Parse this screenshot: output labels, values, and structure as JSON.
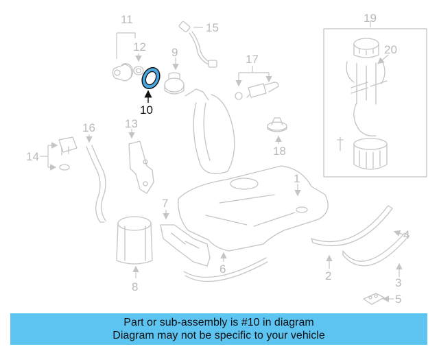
{
  "callouts": {
    "c1": "1",
    "c2": "2",
    "c3": "3",
    "c4": "4",
    "c5": "5",
    "c6": "6",
    "c7": "7",
    "c8": "8",
    "c9": "9",
    "c10": "10",
    "c11": "11",
    "c12": "12",
    "c13": "13",
    "c14": "14",
    "c15": "15",
    "c16": "16",
    "c17": "17",
    "c18": "18",
    "c19": "19",
    "c20": "20"
  },
  "highlighted_part": "10",
  "banner": {
    "line1": "Part or sub-assembly is #10 in diagram",
    "line2": "Diagram may not be specific to your vehicle"
  },
  "colors": {
    "banner_bg": "#5ec4f2",
    "highlight_fill": "#4aa8e0",
    "part_line": "#c4c4c4",
    "callout_text": "#b9b9b9",
    "highlight_text": "#111111"
  }
}
